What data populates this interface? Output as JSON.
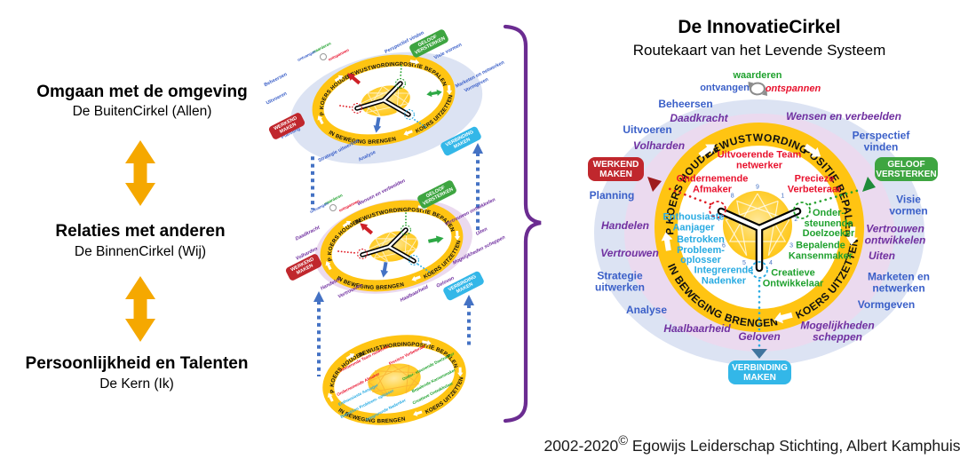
{
  "title": "De InnovatieCirkel",
  "subtitle": "Routekaart van het Levende Systeem",
  "footer": {
    "years": "2002-2020",
    "sup": "©",
    "rest": " Egowijs Leiderschap Stichting, Albert Kamphuis"
  },
  "left_panel": {
    "levels": [
      {
        "title": "Omgaan met de omgeving",
        "subtitle": "De BuitenCirkel (Allen)"
      },
      {
        "title": "Relaties met anderen",
        "subtitle": "De BinnenCirkel (Wij)"
      },
      {
        "title": "Persoonlijkheid en Talenten",
        "subtitle": "De Kern (Ik)"
      }
    ]
  },
  "phases": {
    "bewustwording": "BEWUSTWORDING",
    "positie": "POSITIE BEPALEN",
    "koers": "KOERS UITZETTEN",
    "beweging": "IN BEWEGING BRENGEN",
    "houden": "OP KOERS HOUDEN"
  },
  "badges": {
    "werkend": "WERKEND MAKEN",
    "geloof": "GELOOF VERSTERKEN",
    "verbinding": "VERBINDING MAKEN"
  },
  "cycle": {
    "waarderen": "waarderen",
    "ontvangen": "ontvangen",
    "ontspannen": "ontspannen"
  },
  "outer_labels": {
    "beheersen": "Beheersen",
    "daadkracht": "Daadkracht",
    "wensen": "Wensen en verbeelden",
    "uitvoeren": "Uitvoeren",
    "volharden": "Volharden",
    "perspectief": "Perspectief vinden",
    "planning": "Planning",
    "visie": "Visie vormen",
    "handelen": "Handelen",
    "vertrouwen_ontwikkelen": "Vertrouwen ontwikkelen",
    "vertrouwen": "Vertrouwen",
    "uiten": "Uiten",
    "strategie": "Strategie uitwerken",
    "marketen": "Marketen en netwerken",
    "analyse": "Analyse",
    "vormgeven": "Vormgeven",
    "haalbaarheid": "Haalbaarheid",
    "mogelijkheden": "Mogelijkheden scheppen",
    "geloven": "Geloven"
  },
  "roles": {
    "uitvoerende": "Uitvoerende Team netwerker",
    "ondernemende": "Ondernemende Afmaker",
    "precieze": "Precieze Verbeteraar",
    "ondersteunende": "Onder- steunende Doelzoeker",
    "bepalende": "Bepalende Kansenmaker",
    "enthousiaste": "Enthousiaste Aanjager",
    "betrokken": "Betrokken Probleem- oplosser",
    "integrerende": "Integrerende Nadenker",
    "creatieve": "Creatieve Ontwikkelaar"
  },
  "enneagram": {
    "n1": "1",
    "n2": "2",
    "n3": "3",
    "n4": "4",
    "n5": "5",
    "n6": "6",
    "n7": "7",
    "n8": "8",
    "n9": "9"
  },
  "colors": {
    "yellow_ring": "#FFC412",
    "red_badge": "#C0272D",
    "green_badge": "#3EA541",
    "cyan_badge": "#33B7E8",
    "blue_label": "#3A5FC8",
    "purple_label": "#7030A0",
    "green_label": "#1FA12E",
    "red_label": "#E8112D",
    "cyan_label": "#29ABE2",
    "light_blue_disc": "#DCE3F3",
    "lavender_ring": "#EBDAEF",
    "orange_arrow": "#F5A800",
    "brace_purple": "#6B2C91"
  }
}
